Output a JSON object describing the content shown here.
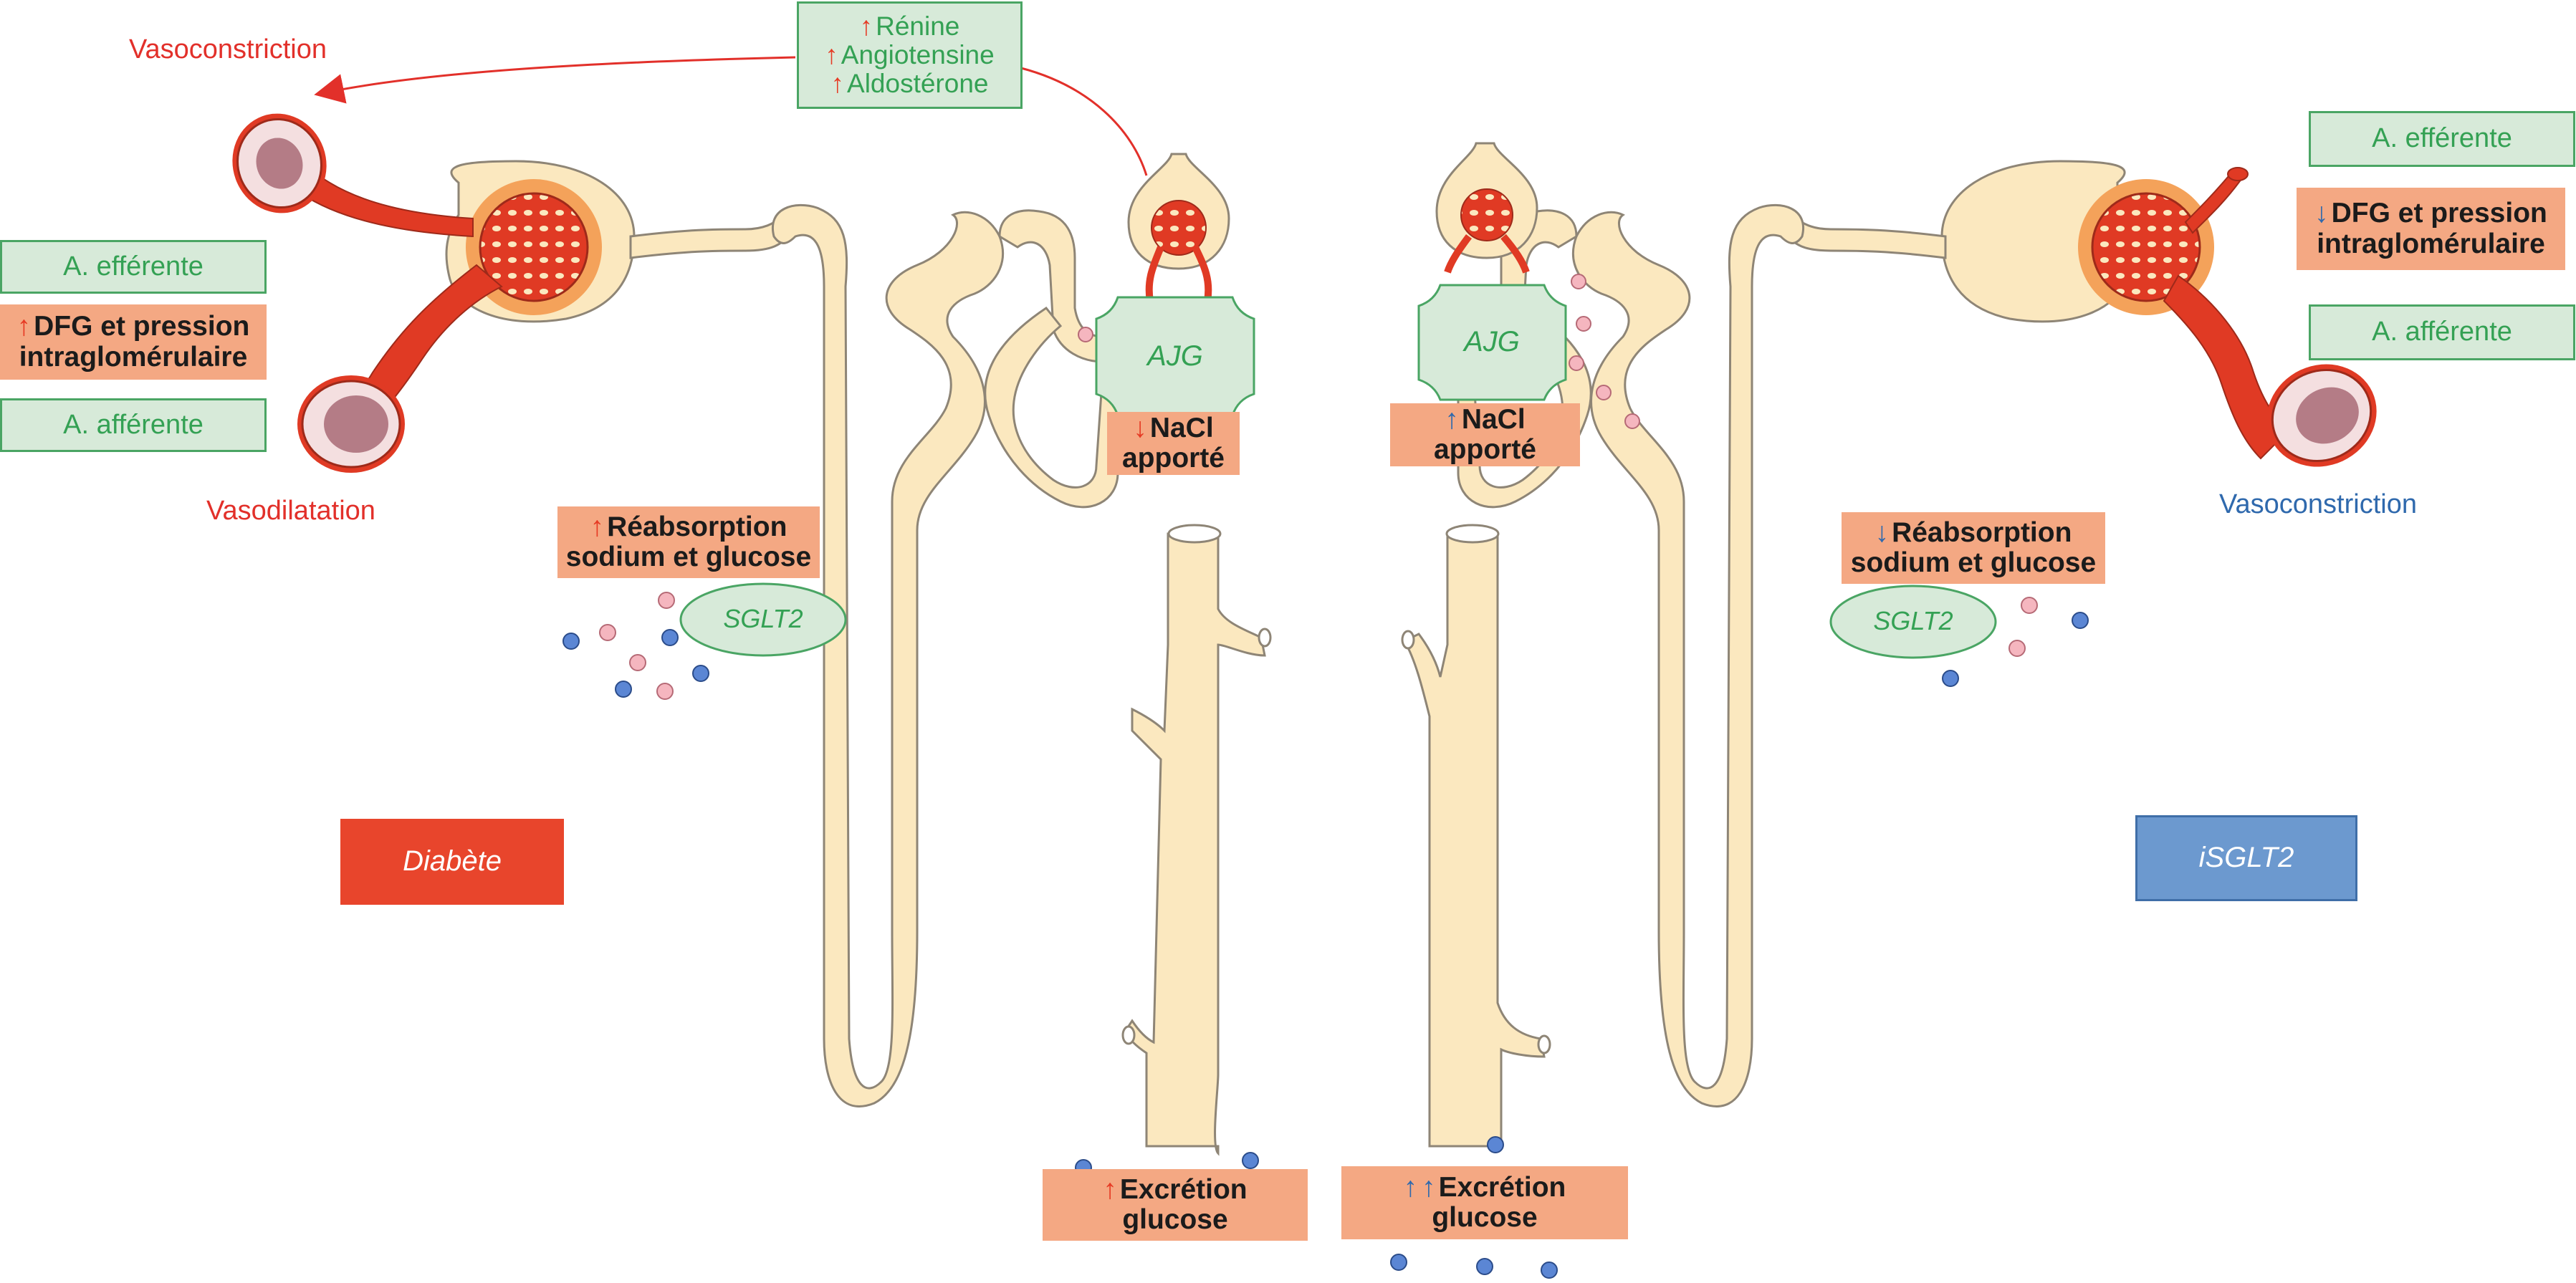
{
  "diagram": {
    "colors": {
      "tubule_fill": "#fbe8bf",
      "tubule_stroke": "#8e8576",
      "vessel_red": "#e03a24",
      "vessel_dark": "#9e2a1a",
      "glomerulus_orange": "#f4a25a",
      "green_box_fill": "#d7ead9",
      "green_text": "#34a154",
      "salmon_box": "#f4a883",
      "diabete_red": "#e8452c",
      "isglt2_blue": "#6c99cf",
      "glucose_dot": "#5b86d4",
      "sodium_dot": "#f5b6bf"
    },
    "top_hormones": {
      "line1": "Rénine",
      "line2": "Angiotensine",
      "line3": "Aldostérone"
    },
    "left": {
      "vasoconstriction_label": "Vasoconstriction",
      "vasodilatation_label": "Vasodilatation",
      "efferent_label": "A. efférente",
      "afferent_label": "A. afférente",
      "dfg_line1": "DFG et pression",
      "dfg_line2": "intraglomérulaire",
      "reabsorption_line1": "Réabsorption",
      "reabsorption_line2": "sodium et glucose",
      "sglt2_label": "SGLT2",
      "condition_label": "Diabète",
      "ajg_label": "AJG",
      "nacl_line1": "NaCl",
      "nacl_line2": "apporté",
      "excretion_line1": "Excrétion",
      "excretion_line2": "glucose"
    },
    "right": {
      "vasoconstriction_label": "Vasoconstriction",
      "efferent_label": "A. efférente",
      "afferent_label": "A. afférente",
      "dfg_line1": "DFG et pression",
      "dfg_line2": "intraglomérulaire",
      "reabsorption_line1": "Réabsorption",
      "reabsorption_line2": "sodium et glucose",
      "sglt2_label": "SGLT2",
      "condition_label": "iSGLT2",
      "ajg_label": "AJG",
      "nacl_line1": "NaCl",
      "nacl_line2": "apporté",
      "excretion_line1": "Excrétion",
      "excretion_line2": "glucose"
    }
  }
}
